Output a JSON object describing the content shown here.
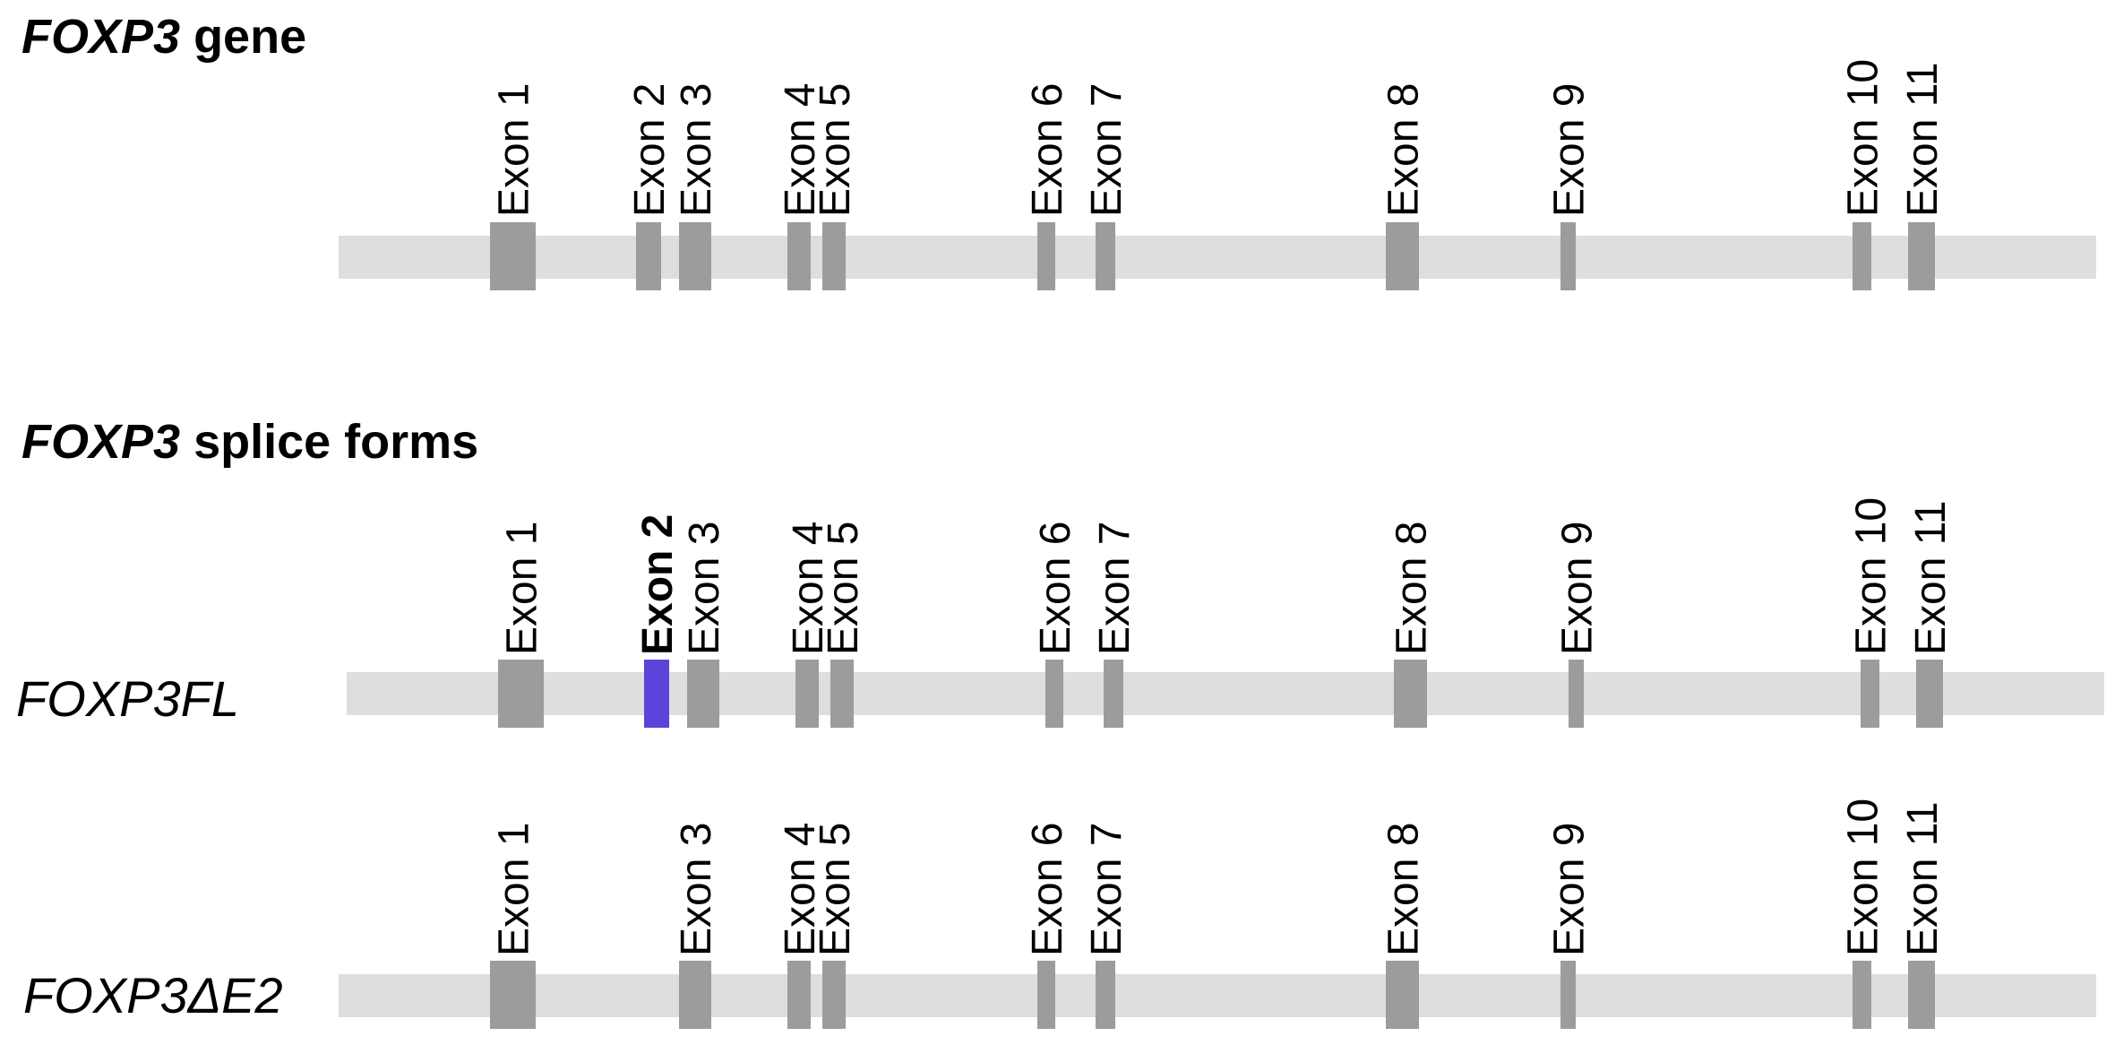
{
  "titles": {
    "gene": {
      "gene_symbol": "FOXP3",
      "suffix": " gene"
    },
    "splice": {
      "gene_symbol": "FOXP3",
      "suffix": " splice forms"
    }
  },
  "track_labels": {
    "fl": "FOXP3FL",
    "de2": "FOXP3ΔE2"
  },
  "colors": {
    "intron": "#dedede",
    "exon": "#9c9c9c",
    "highlight": "#5b44d9"
  },
  "gene_exons": [
    {
      "label": "Exon 1"
    },
    {
      "label": "Exon 2"
    },
    {
      "label": "Exon 3"
    },
    {
      "label": "Exon 4"
    },
    {
      "label": "Exon 5"
    },
    {
      "label": "Exon 6"
    },
    {
      "label": "Exon 7"
    },
    {
      "label": "Exon 8"
    },
    {
      "label": "Exon 9"
    },
    {
      "label": "Exon 10"
    },
    {
      "label": "Exon 11"
    }
  ],
  "fl_exons": [
    {
      "label": "Exon 1"
    },
    {
      "label": "Exon 2",
      "highlight": true
    },
    {
      "label": "Exon 3"
    },
    {
      "label": "Exon 4"
    },
    {
      "label": "Exon 5"
    },
    {
      "label": "Exon 6"
    },
    {
      "label": "Exon 7"
    },
    {
      "label": "Exon 8"
    },
    {
      "label": "Exon 9"
    },
    {
      "label": "Exon 10"
    },
    {
      "label": "Exon 11"
    }
  ],
  "de2_exons": [
    {
      "label": "Exon 1"
    },
    {
      "label": "Exon 3"
    },
    {
      "label": "Exon 4"
    },
    {
      "label": "Exon 5"
    },
    {
      "label": "Exon 6"
    },
    {
      "label": "Exon 7"
    },
    {
      "label": "Exon 8"
    },
    {
      "label": "Exon 9"
    },
    {
      "label": "Exon 10"
    },
    {
      "label": "Exon 11"
    }
  ]
}
